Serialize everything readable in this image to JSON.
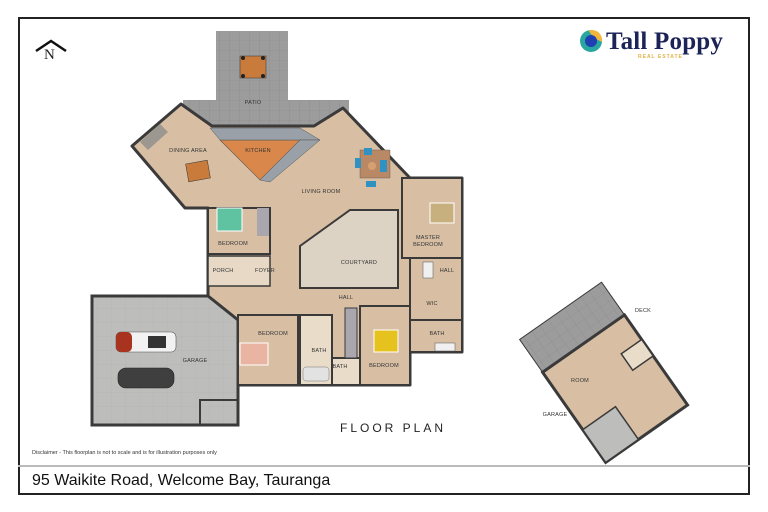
{
  "brand": {
    "name": "Tall Poppy",
    "tagline": "REAL ESTATE",
    "colors": {
      "navy": "#1c2356",
      "gold": "#e2b24a",
      "teal": "#2aa6a0",
      "blue": "#1f3fb3"
    }
  },
  "compass": {
    "label": "N"
  },
  "floor_plan": {
    "title": "FLOOR PLAN",
    "main_house": {
      "rooms": [
        {
          "id": "patio",
          "label": "PATIO"
        },
        {
          "id": "dining",
          "label": "DINING AREA"
        },
        {
          "id": "kitchen",
          "label": "KITCHEN"
        },
        {
          "id": "living",
          "label": "LIVING ROOM"
        },
        {
          "id": "bedroom1",
          "label": "BEDROOM"
        },
        {
          "id": "porch",
          "label": "PORCH"
        },
        {
          "id": "foyer",
          "label": "FOYER"
        },
        {
          "id": "courtyard",
          "label": "COURTYARD"
        },
        {
          "id": "master",
          "label": "MASTER BEDROOM"
        },
        {
          "id": "hall_master",
          "label": "HALL"
        },
        {
          "id": "wic",
          "label": "WIC"
        },
        {
          "id": "bath_master",
          "label": "BATH"
        },
        {
          "id": "hall",
          "label": "HALL"
        },
        {
          "id": "bedroom2",
          "label": "BEDROOM"
        },
        {
          "id": "bath2",
          "label": "BATH"
        },
        {
          "id": "bath3",
          "label": "BATH"
        },
        {
          "id": "bedroom3",
          "label": "BEDROOM"
        },
        {
          "id": "garage",
          "label": "GARAGE"
        }
      ]
    },
    "annex": {
      "rooms": [
        {
          "id": "deck",
          "label": "DECK"
        },
        {
          "id": "room",
          "label": "ROOM"
        },
        {
          "id": "annex_garage",
          "label": "GARAGE"
        }
      ]
    },
    "colors": {
      "floor": "#d8bfa4",
      "tile": "#9a9a9a",
      "wall": "#3a3a3a",
      "kitchen": "#d9874a",
      "courtyard": "#ddd3c4"
    }
  },
  "footer": {
    "disclaimer": "Disclaimer - This floorplan is not to scale and is for illustration purposes only",
    "address": "95 Waikite Road, Welcome Bay, Tauranga"
  }
}
